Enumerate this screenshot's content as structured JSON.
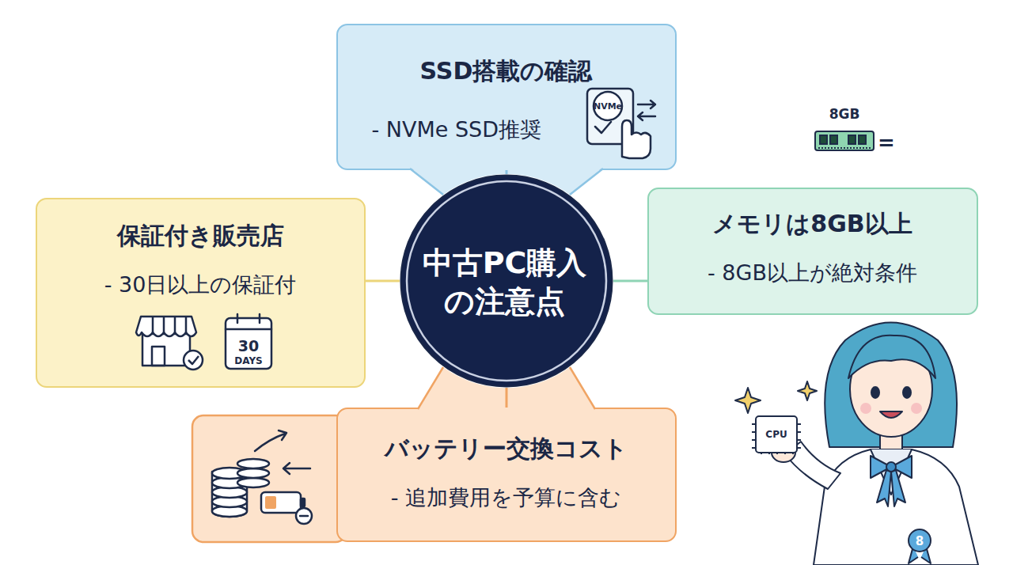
{
  "diagram": {
    "nodes": [
      {
        "text": [
          "SSD搭載の確認",
          "- NVMe SSD推奨"
        ]
      },
      {
        "text": [
          "保証付き販売店",
          "- 30日以上の保証付"
        ]
      },
      {
        "text": [
          "中古PC購入 の注意点"
        ]
      },
      {
        "text": [
          "メモリは8GB以上",
          "- 8GB以上が絶対条件"
        ]
      },
      {
        "text": [
          "バッテリー交換コスト",
          "- 追加費用を予算に含む"
        ]
      }
    ],
    "edges": [
      {
        "from": 2,
        "to": 0,
        "arrow": "none"
      },
      {
        "from": 2,
        "to": 1,
        "arrow": "none"
      },
      {
        "from": 2,
        "to": 3,
        "arrow": "none"
      },
      {
        "from": 2,
        "to": 4,
        "arrow": "none"
      }
    ],
    "labels": [
      "NVMe",
      "30",
      "DAYS",
      "8GB",
      "=",
      "CPU",
      "8"
    ]
  }
}
